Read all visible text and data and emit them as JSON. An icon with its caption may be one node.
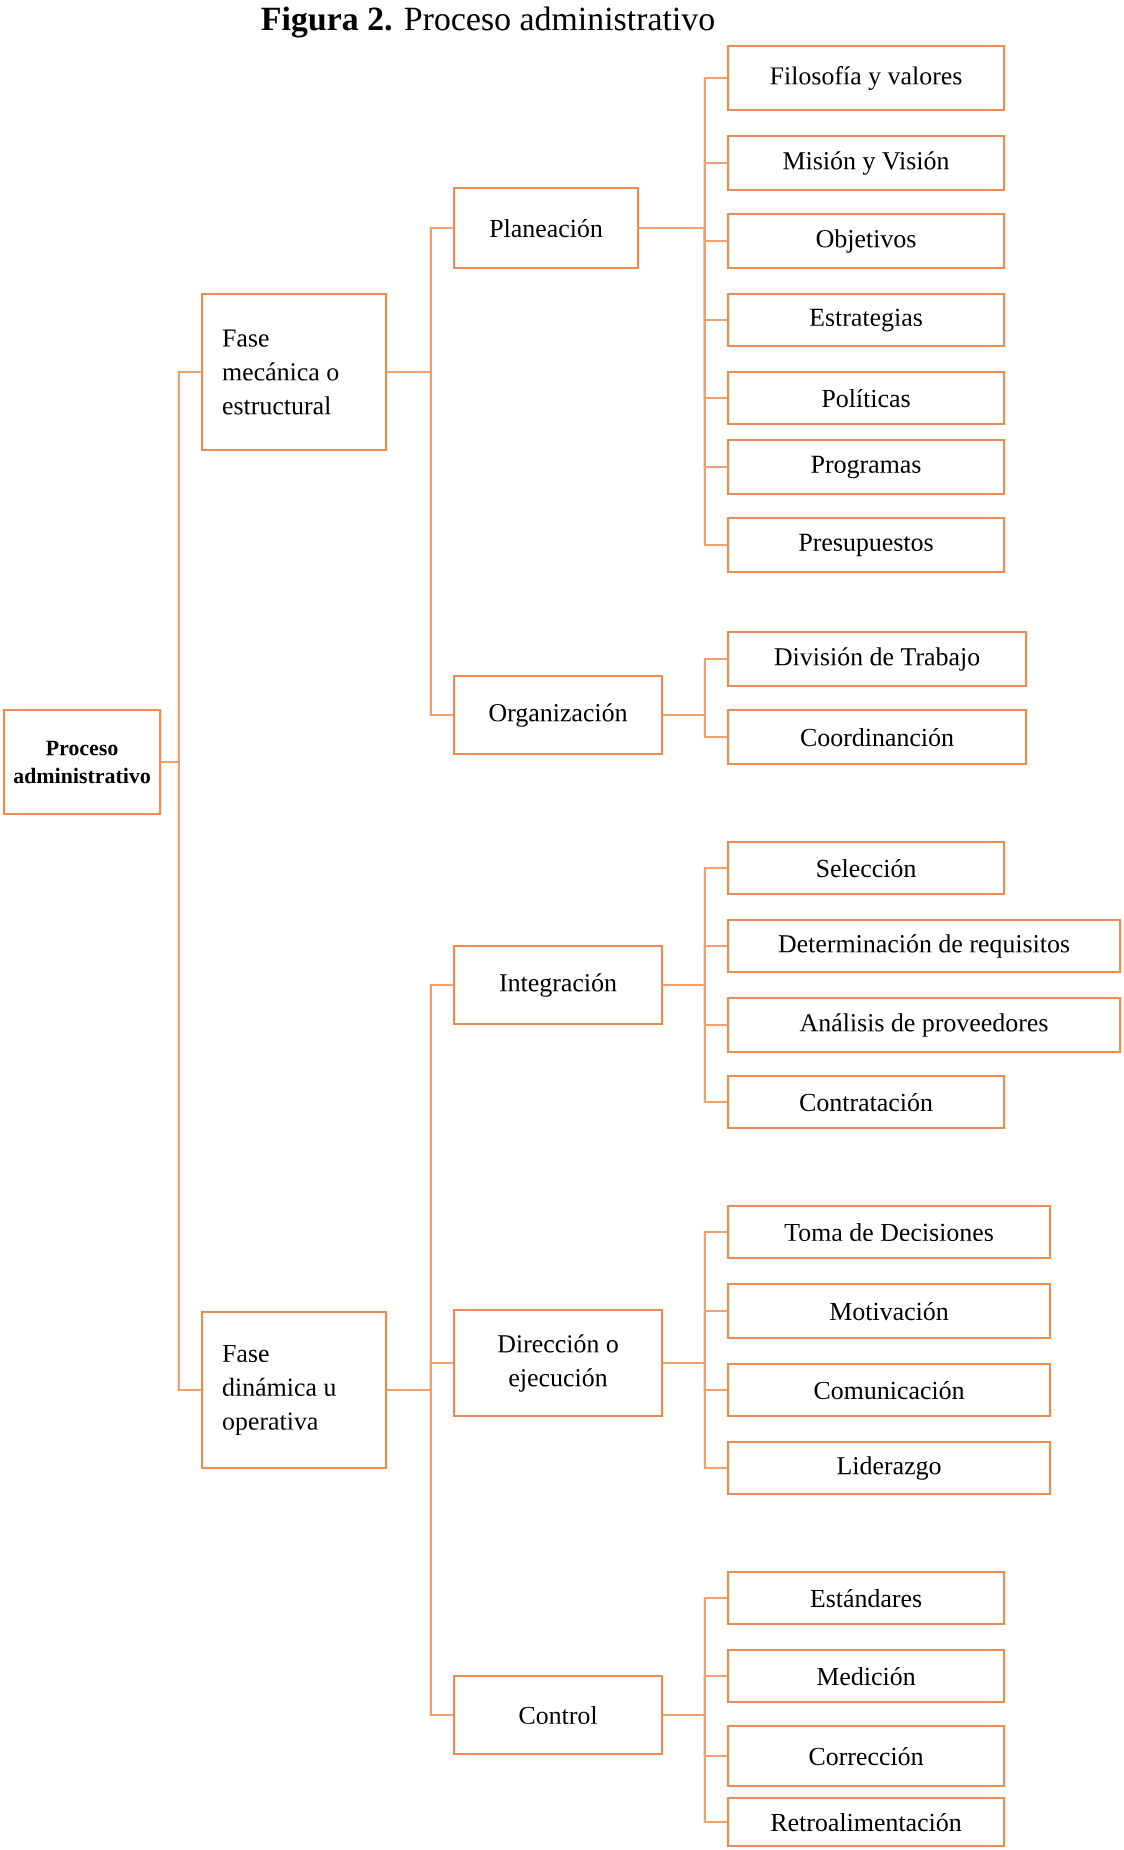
{
  "diagram": {
    "title": "**Figura 2.** Proceso administrativo",
    "nodes": [
      {
        "text": [
          "Proceso administrativo"
        ]
      },
      {
        "text": [
          "Fase mecánica o estructural"
        ]
      },
      {
        "text": [
          "Planeación"
        ]
      },
      {
        "text": [
          "Filosofía y valores"
        ]
      },
      {
        "text": [
          "Misión y Visión"
        ]
      },
      {
        "text": [
          "Objetivos"
        ]
      },
      {
        "text": [
          "Estrategias"
        ]
      },
      {
        "text": [
          "Políticas"
        ]
      },
      {
        "text": [
          "Programas"
        ]
      },
      {
        "text": [
          "Presupuestos"
        ]
      },
      {
        "text": [
          "Organización"
        ]
      },
      {
        "text": [
          "División de Trabajo"
        ]
      },
      {
        "text": [
          "Coordinanción"
        ]
      },
      {
        "text": [
          "Integración"
        ]
      },
      {
        "text": [
          "Selección"
        ]
      },
      {
        "text": [
          "Determinación de requisitos"
        ]
      },
      {
        "text": [
          "Análisis de proveedores"
        ]
      },
      {
        "text": [
          "Contratación"
        ]
      },
      {
        "text": [
          "Fase dinámica u operativa"
        ]
      },
      {
        "text": [
          "Dirección o ejecución"
        ]
      },
      {
        "text": [
          "Toma de Decisiones"
        ]
      },
      {
        "text": [
          "Motivación"
        ]
      },
      {
        "text": [
          "Comunicación"
        ]
      },
      {
        "text": [
          "Liderazgo"
        ]
      },
      {
        "text": [
          "Control"
        ]
      },
      {
        "text": [
          "Estándares"
        ]
      },
      {
        "text": [
          "Medición"
        ]
      },
      {
        "text": [
          "Corrección"
        ]
      },
      {
        "text": [
          "Retroalimentación"
        ]
      }
    ],
    "edges": [
      {
        "from": 0,
        "to": 1,
        "arrow": "none"
      },
      {
        "from": 0,
        "to": 18,
        "arrow": "none"
      },
      {
        "from": 1,
        "to": 2,
        "arrow": "none"
      },
      {
        "from": 1,
        "to": 10,
        "arrow": "none"
      },
      {
        "from": 18,
        "to": 13,
        "arrow": "none"
      },
      {
        "from": 18,
        "to": 19,
        "arrow": "none"
      },
      {
        "from": 18,
        "to": 24,
        "arrow": "none"
      },
      {
        "from": 2,
        "to": 3,
        "arrow": "none"
      },
      {
        "from": 2,
        "to": 4,
        "arrow": "none"
      },
      {
        "from": 2,
        "to": 5,
        "arrow": "none"
      },
      {
        "from": 2,
        "to": 6,
        "arrow": "none"
      },
      {
        "from": 2,
        "to": 7,
        "arrow": "none"
      },
      {
        "from": 2,
        "to": 8,
        "arrow": "none"
      },
      {
        "from": 2,
        "to": 9,
        "arrow": "none"
      },
      {
        "from": 10,
        "to": 11,
        "arrow": "none"
      },
      {
        "from": 10,
        "to": 12,
        "arrow": "none"
      },
      {
        "from": 13,
        "to": 14,
        "arrow": "none"
      },
      {
        "from": 13,
        "to": 15,
        "arrow": "none"
      },
      {
        "from": 13,
        "to": 16,
        "arrow": "none"
      },
      {
        "from": 13,
        "to": 17,
        "arrow": "none"
      },
      {
        "from": 19,
        "to": 20,
        "arrow": "none"
      },
      {
        "from": 19,
        "to": 21,
        "arrow": "none"
      },
      {
        "from": 19,
        "to": 22,
        "arrow": "none"
      },
      {
        "from": 19,
        "to": 23,
        "arrow": "none"
      },
      {
        "from": 24,
        "to": 25,
        "arrow": "none"
      },
      {
        "from": 24,
        "to": 26,
        "arrow": "none"
      },
      {
        "from": 24,
        "to": 27,
        "arrow": "none"
      },
      {
        "from": 24,
        "to": 28,
        "arrow": "none"
      }
    ]
  }
}
